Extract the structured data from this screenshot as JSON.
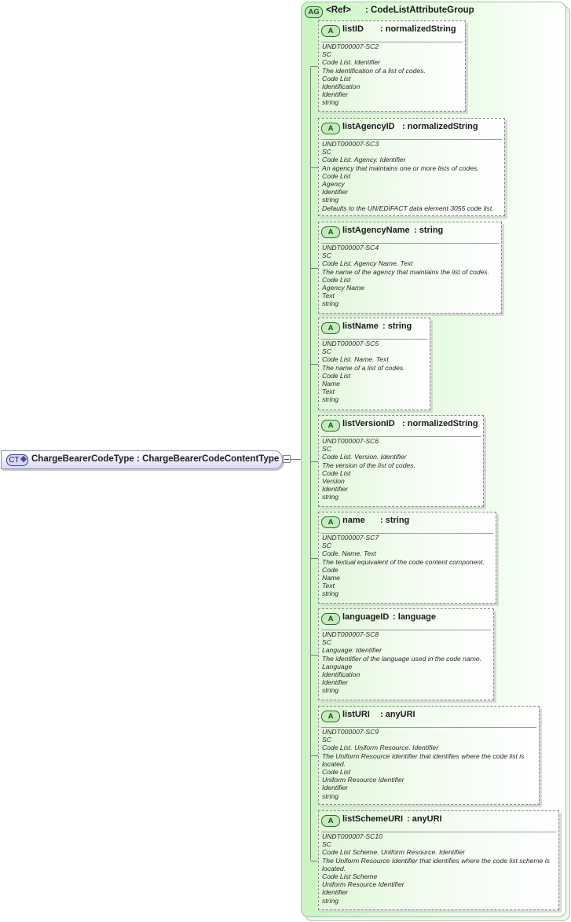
{
  "complex_type": {
    "badge": "CT",
    "name": "ChargeBearerCodeType",
    "separator": ":",
    "base_type": "ChargeBearerCodeContentType"
  },
  "attribute_group": {
    "badge": "AG",
    "ref": "<Ref>",
    "separator": ":",
    "name": "CodeListAttributeGroup"
  },
  "attributes": [
    {
      "badge": "A",
      "name": "listID",
      "type": ": normalizedString",
      "doc": [
        "UNDT000007-SC2",
        "SC",
        "Code List. Identifier",
        "The identification of a list of codes.",
        "Code List",
        "Identification",
        "Identifier",
        "string"
      ]
    },
    {
      "badge": "A",
      "name": "listAgencyID",
      "type": ": normalizedString",
      "doc": [
        "UNDT000007-SC3",
        "SC",
        "Code List. Agency. Identifier",
        "An agency that maintains one or more lists of codes.",
        "Code List",
        "Agency",
        "Identifier",
        "string",
        "Defaults to the UN/EDIFACT data element 3055 code list."
      ]
    },
    {
      "badge": "A",
      "name": "listAgencyName",
      "type": ": string",
      "doc": [
        "UNDT000007-SC4",
        "SC",
        "Code List. Agency Name. Text",
        "The name of the agency that maintains the list of codes.",
        "Code List",
        "Agency Name",
        "Text",
        "string"
      ]
    },
    {
      "badge": "A",
      "name": "listName",
      "type": ": string",
      "doc": [
        "UNDT000007-SC5",
        "SC",
        "Code List. Name. Text",
        "The name of a list of codes.",
        "Code List",
        "Name",
        "Text",
        "string"
      ]
    },
    {
      "badge": "A",
      "name": "listVersionID",
      "type": ": normalizedString",
      "doc": [
        "UNDT000007-SC6",
        "SC",
        "Code List. Version. Identifier",
        "The version of the list of codes.",
        "Code List",
        "Version",
        "Identifier",
        "string"
      ]
    },
    {
      "badge": "A",
      "name": "name",
      "type": ": string",
      "doc": [
        "UNDT000007-SC7",
        "SC",
        "Code. Name. Text",
        "The textual equivalent of the code content component.",
        "Code",
        "Name",
        "Text",
        "string"
      ]
    },
    {
      "badge": "A",
      "name": "languageID",
      "type": ": language",
      "doc": [
        "UNDT000007-SC8",
        "SC",
        "Language. Identifier",
        "The identifier of the language used in the code name.",
        "Language",
        "Identification",
        "Identifier",
        "string"
      ]
    },
    {
      "badge": "A",
      "name": "listURI",
      "type": ": anyURI",
      "doc": [
        "UNDT000007-SC9",
        "SC",
        "Code List. Uniform Resource. Identifier",
        "The Uniform Resource Identifier that identifies where the code list is located.",
        "Code List",
        "Uniform Resource Identifier",
        "Identifier",
        "string"
      ]
    },
    {
      "badge": "A",
      "name": "listSchemeURI",
      "type": ": anyURI",
      "doc": [
        "UNDT000007-SC10",
        "SC",
        "Code List Scheme. Uniform Resource. Identifier",
        "The Uniform Resource Identifier that identifies where the code list scheme is located.",
        "Code List Scheme",
        "Uniform Resource Identifier",
        "Identifier",
        "string"
      ]
    }
  ]
}
